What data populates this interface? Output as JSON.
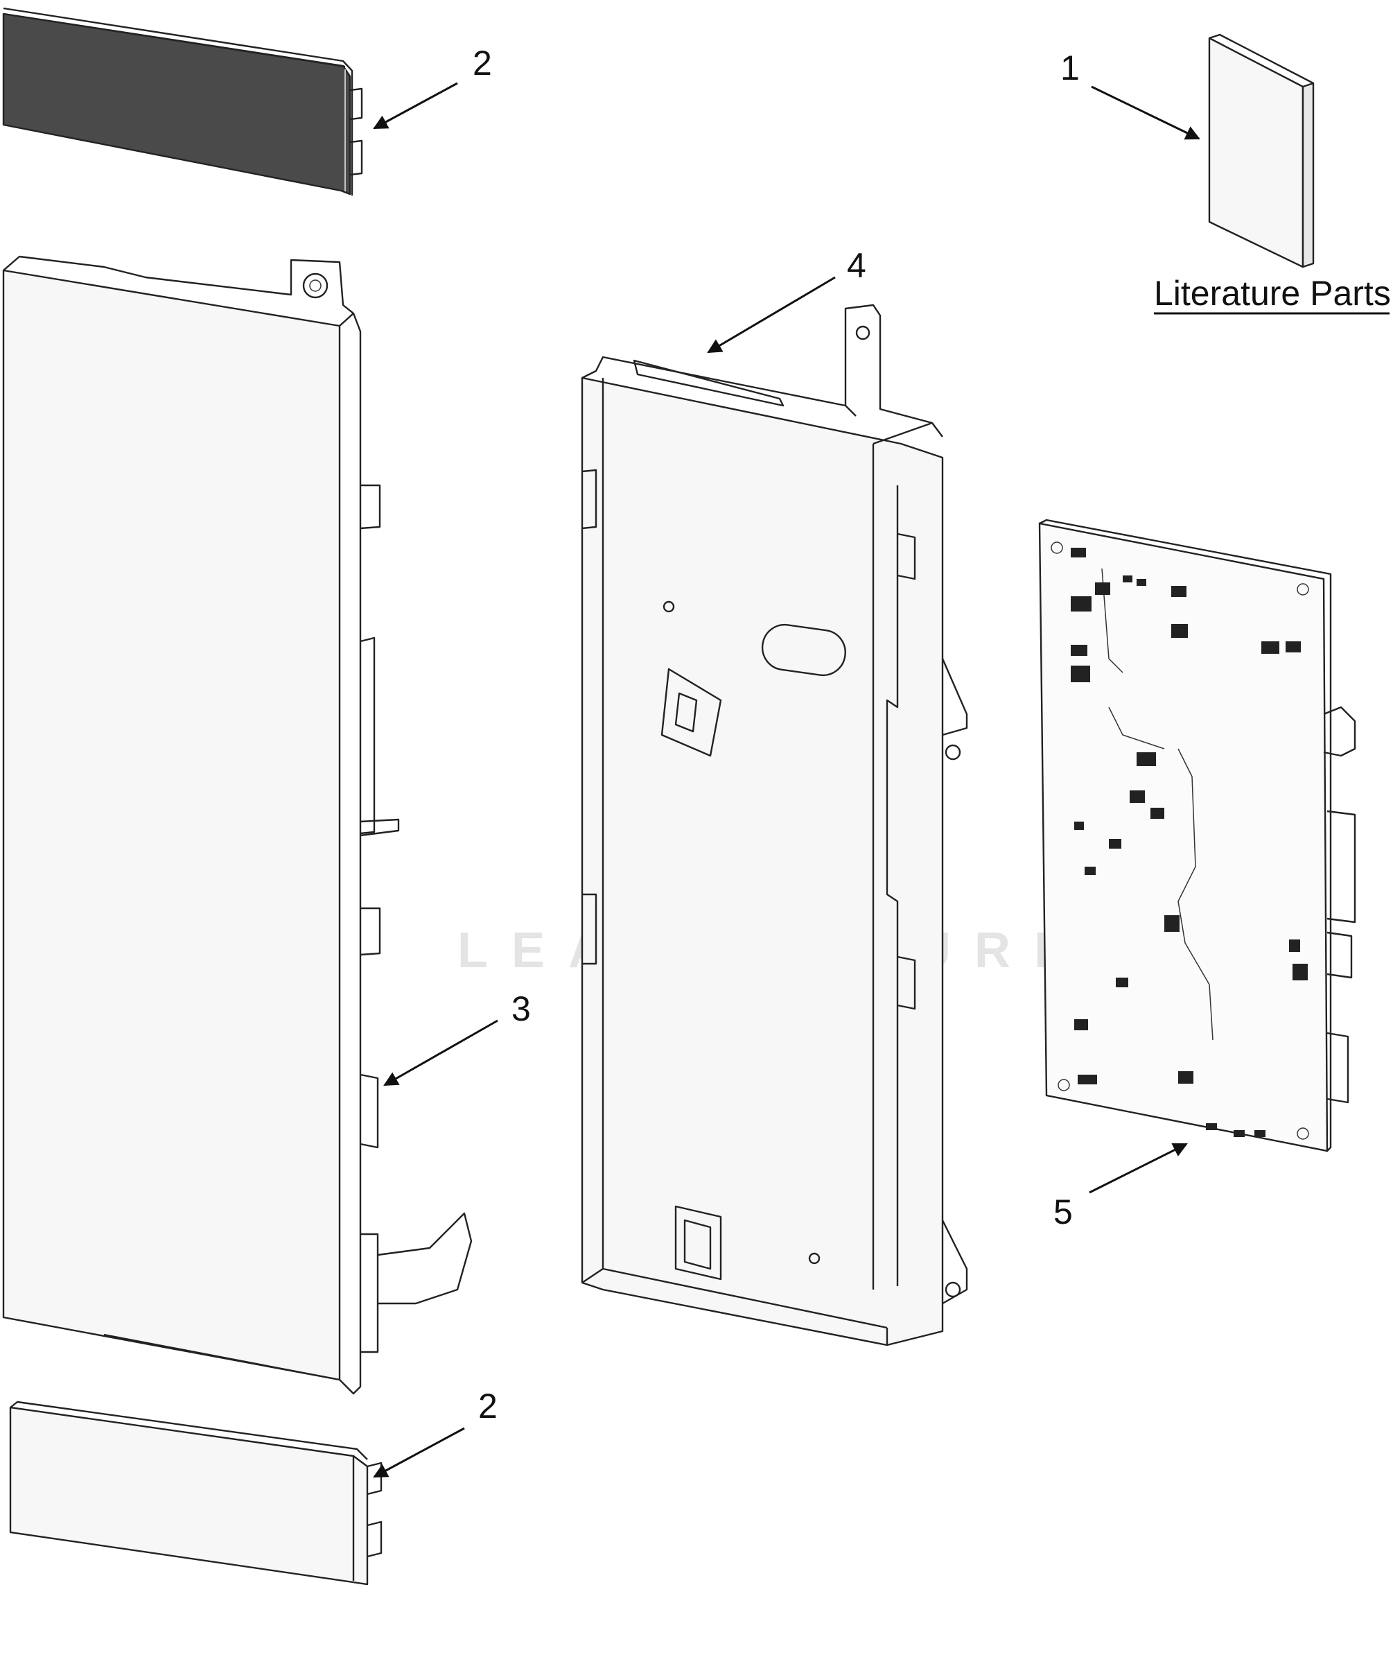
{
  "section_title": "Literature Parts",
  "watermark": "LEADVENTURE",
  "callouts": [
    {
      "label": "1",
      "part": "literature"
    },
    {
      "label": "2",
      "part": "end-cap-top"
    },
    {
      "label": "3",
      "part": "front-panel"
    },
    {
      "label": "4",
      "part": "housing"
    },
    {
      "label": "5",
      "part": "circuit-board"
    },
    {
      "label": "2",
      "part": "end-cap-bottom"
    }
  ],
  "colors": {
    "line": "#222222",
    "watermark": "#cfcfcf",
    "background": "#ffffff"
  }
}
